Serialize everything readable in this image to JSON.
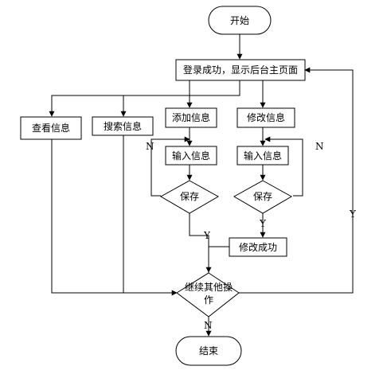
{
  "diagram": {
    "nodes": {
      "start": "开始",
      "login": "登录成功，显示后台主页面",
      "view": "查看信息",
      "search": "搜索信息",
      "add": "添加信息",
      "edit": "修改信息",
      "input_add": "输入信息",
      "input_edit": "输入信息",
      "save_add": "保存",
      "save_edit": "保存",
      "edit_success": "修改成功",
      "continue_line1": "继续其他操",
      "continue_line2": "作",
      "end": "结束"
    },
    "edge_labels": {
      "save_add_no": "N",
      "save_add_yes": "Y",
      "save_edit_no": "N",
      "save_edit_yes": "Y",
      "continue_yes": "Y",
      "continue_no": "N"
    }
  }
}
